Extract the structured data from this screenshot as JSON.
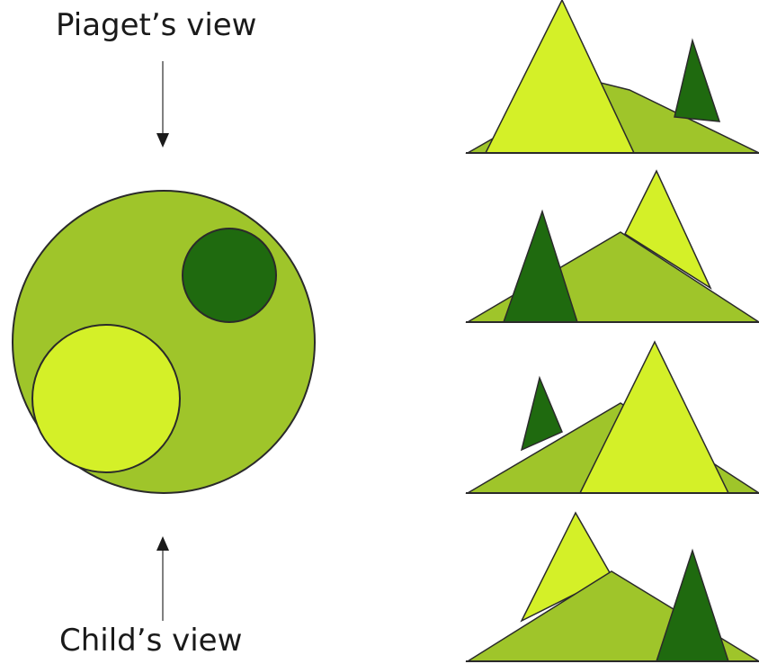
{
  "labels": {
    "top": "Piaget’s view",
    "bottom": "Child’s view"
  },
  "colors": {
    "base_green": "#9fc52a",
    "light_green": "#d4f028",
    "dark_green": "#1f6a0f",
    "outline": "#2a2a2a",
    "arrow": "#1a1a1a"
  },
  "mountains": {
    "small_light": "light-green",
    "medium": "medium-green",
    "large_dark": "dark-green"
  }
}
